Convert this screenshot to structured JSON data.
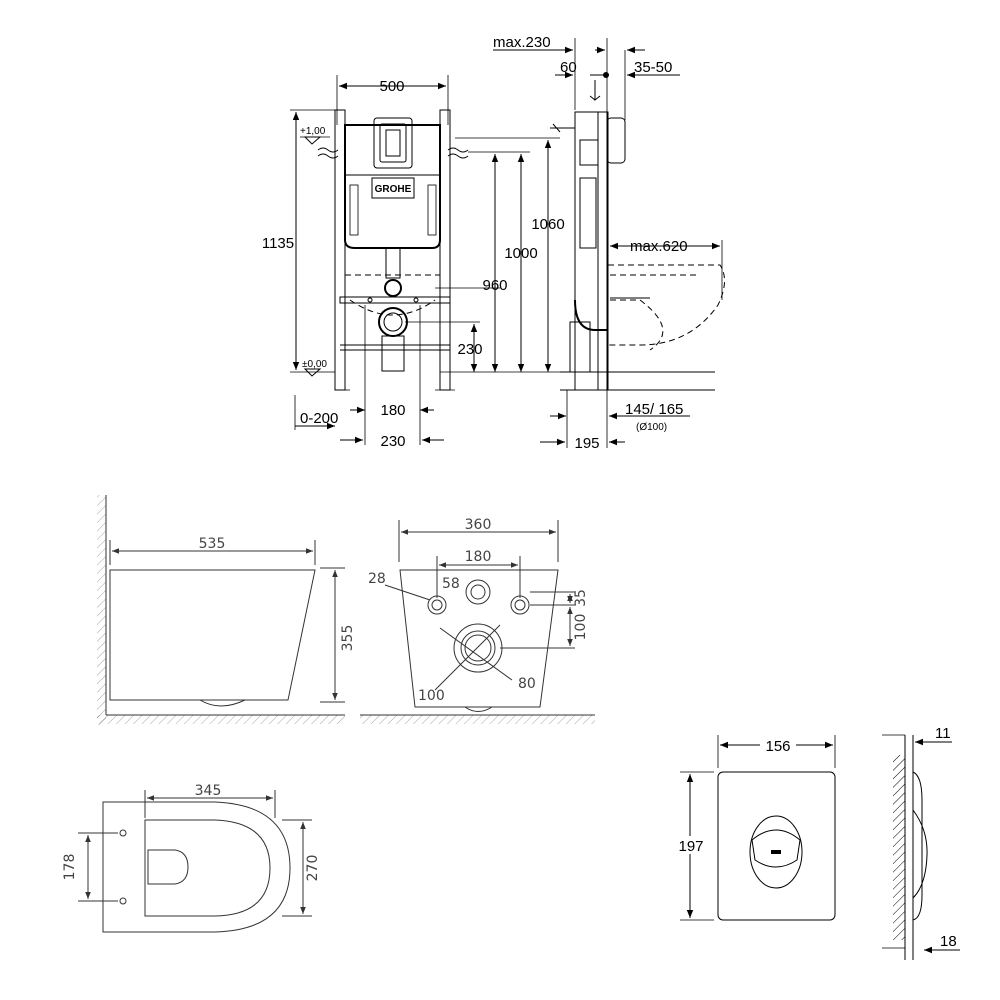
{
  "frame_front": {
    "dims": {
      "width_500": "500",
      "height_1135": "1135",
      "level_top": "+1,00",
      "level_zero": "±0,00",
      "h_1060": "1060",
      "h_1000": "1000",
      "h_960": "960",
      "h_230": "230",
      "offset_0_200": "0-200",
      "w_180": "180",
      "w_230": "230"
    },
    "brand": "GROHE"
  },
  "frame_side": {
    "dims": {
      "max_230": "max.230",
      "d_60": "60",
      "d_35_50": "35-50",
      "max_620": "max.620",
      "pipe_145_165": "145/ 165",
      "pipe_dia": "(Ø100)",
      "d_195": "195"
    }
  },
  "bowl_side": {
    "dims": {
      "length_535": "535",
      "height_355": "355"
    }
  },
  "bowl_back": {
    "dims": {
      "w_360": "360",
      "w_180": "180",
      "d_28": "28",
      "d_58": "58",
      "h_35": "35",
      "h_100": "100",
      "d_100": "100",
      "d_80": "80"
    }
  },
  "bowl_top": {
    "dims": {
      "w_345": "345",
      "w_178": "178",
      "w_270": "270"
    }
  },
  "flush_plate": {
    "dims": {
      "w_156": "156",
      "h_197": "197",
      "d_11": "11",
      "d_18": "18"
    }
  }
}
